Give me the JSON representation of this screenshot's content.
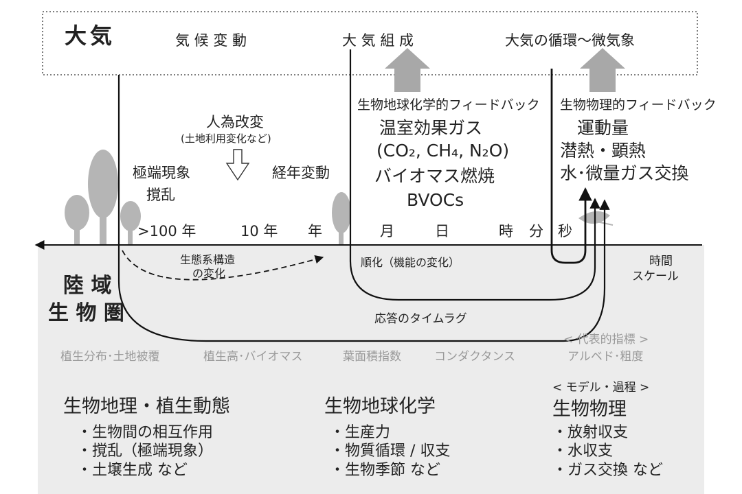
{
  "atmosphere": {
    "title": "大気",
    "climate_change": "気 候 変 動",
    "composition": "大 気 組 成",
    "circulation": "大気の循環〜微気象"
  },
  "feedback_biogeochem": {
    "title": "生物地球化学的フィードバック",
    "line1": "温室効果ガス",
    "line2": "(CO₂, CH₄, N₂O)",
    "line3": "バイオマス燃焼",
    "line4": "BVOCs"
  },
  "feedback_biophys": {
    "title": "生物物理的フィードバック",
    "line1": "運動量",
    "line2": "潜熱・顕熱",
    "line3": "水･微量ガス交換"
  },
  "drivers": {
    "human": "人為改変",
    "human_note": "(土地利用変化など)",
    "extreme": "極端現象",
    "disturbance": "撹乱",
    "interannual": "経年変動"
  },
  "time_axis": {
    "ticks": [
      ">100 年",
      "10 年",
      "年",
      "月",
      "日",
      "時",
      "分",
      "秒"
    ],
    "label_line1": "時間",
    "label_line2": "スケール"
  },
  "processes": {
    "structure_line1": "生態系構造",
    "structure_line2": "の変化",
    "acclimation": "順化（機能の変化）",
    "lag": "応答のタイムラグ"
  },
  "land": {
    "title_line1": "陸 域",
    "title_line2": "生 物 圏",
    "indicators_header": "< 代表的指標 >",
    "indicators": [
      "植生分布･土地被覆",
      "植生高･バイオマス",
      "葉面積指数",
      "コンダクタンス",
      "アルベド･粗度"
    ],
    "models_header": "< モデル・過程 >"
  },
  "columns": [
    {
      "title": "生物地理・植生動態",
      "items": [
        "・生物間の相互作用",
        "・撹乱（極端現象）",
        "・土壌生成 など"
      ]
    },
    {
      "title": "生物地球化学",
      "items": [
        "・生産力",
        "・物質循環 / 収支",
        "・生物季節 など"
      ]
    },
    {
      "title": "生物物理",
      "items": [
        "・放射収支",
        "・水収支",
        "・ガス交換 など"
      ]
    }
  ]
}
